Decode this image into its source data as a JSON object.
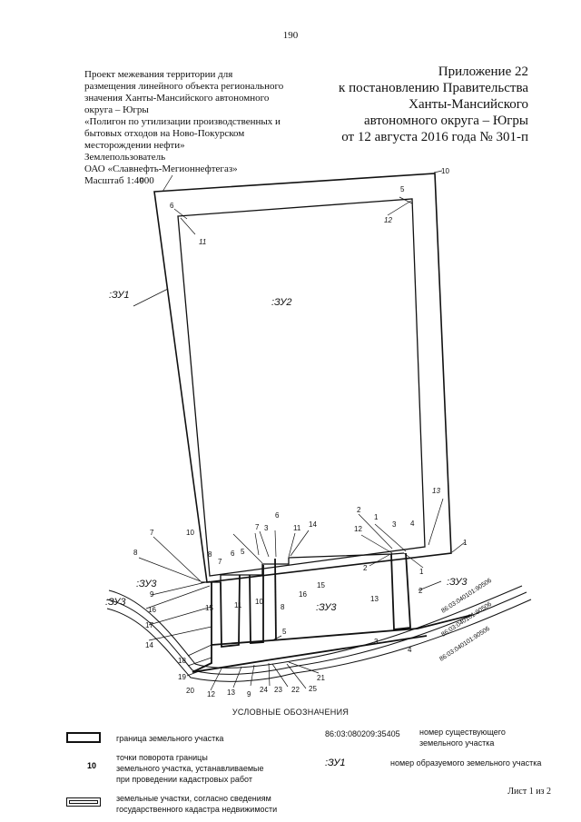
{
  "page_number": "190",
  "appendix": [
    "Приложение 22",
    "к постановлению Правительства",
    "Ханты-Мансийского",
    "автономного округа – Югры",
    "от 12 августа 2016 года № 301-п"
  ],
  "project": [
    "Проект межевания территории для",
    "размещения линейного объекта регионального",
    "значения Ханты-Мансийского автономного",
    "округа – Югры",
    "«Полигон по утилизации производственных и",
    "бытовых отходов на Ново-Покурском",
    "месторождении нефти»",
    "Землепользователь",
    "ОАО «Славнефть-Мегионнефтегаз»",
    "Масштаб 1:4000"
  ],
  "map": {
    "zone_labels": [
      ":ЗУ1",
      ":ЗУ2",
      ":ЗУ3",
      ":ЗУ3",
      ":ЗУ3"
    ],
    "cadastral_labels": [
      "86:03:040101:90506",
      "86:03:040101:90506",
      "86:03:040101:90506"
    ],
    "point_labels": [
      "1",
      "2",
      "3",
      "4",
      "5",
      "6",
      "7",
      "8",
      "9",
      "10",
      "11",
      "12",
      "13",
      "14",
      "15",
      "16",
      "17",
      "18",
      "19",
      "20",
      "21",
      "22",
      "23",
      "24",
      "25"
    ],
    "cutout_labels": [
      "6",
      "3",
      "11",
      "14",
      "16",
      "15",
      "8",
      "10",
      "7",
      "5",
      "6",
      "12",
      "13",
      "5",
      "1",
      "2",
      "3",
      "4",
      "13",
      "1",
      "2",
      "12",
      "3",
      "4"
    ]
  },
  "legend": {
    "title": "УСЛОВНЫЕ ОБОЗНАЧЕНИЯ",
    "items": [
      {
        "text": "граница земельного участка"
      },
      {
        "symbol": "10",
        "text": "точки поворота границы\nземельного участка, устанавливаемые\nпри проведении кадастровых работ"
      },
      {
        "text": "земельные участки, согласно сведениям\nгосударственного кадастра недвижимости"
      }
    ],
    "right_items": [
      {
        "symbol": "86:03:080209:35405",
        "text": "номер существующего\nземельного участка"
      },
      {
        "symbol": ":ЗУ1",
        "text": "номер образуемого земельного участка"
      }
    ]
  },
  "sheet": "Лист 1 из 2"
}
